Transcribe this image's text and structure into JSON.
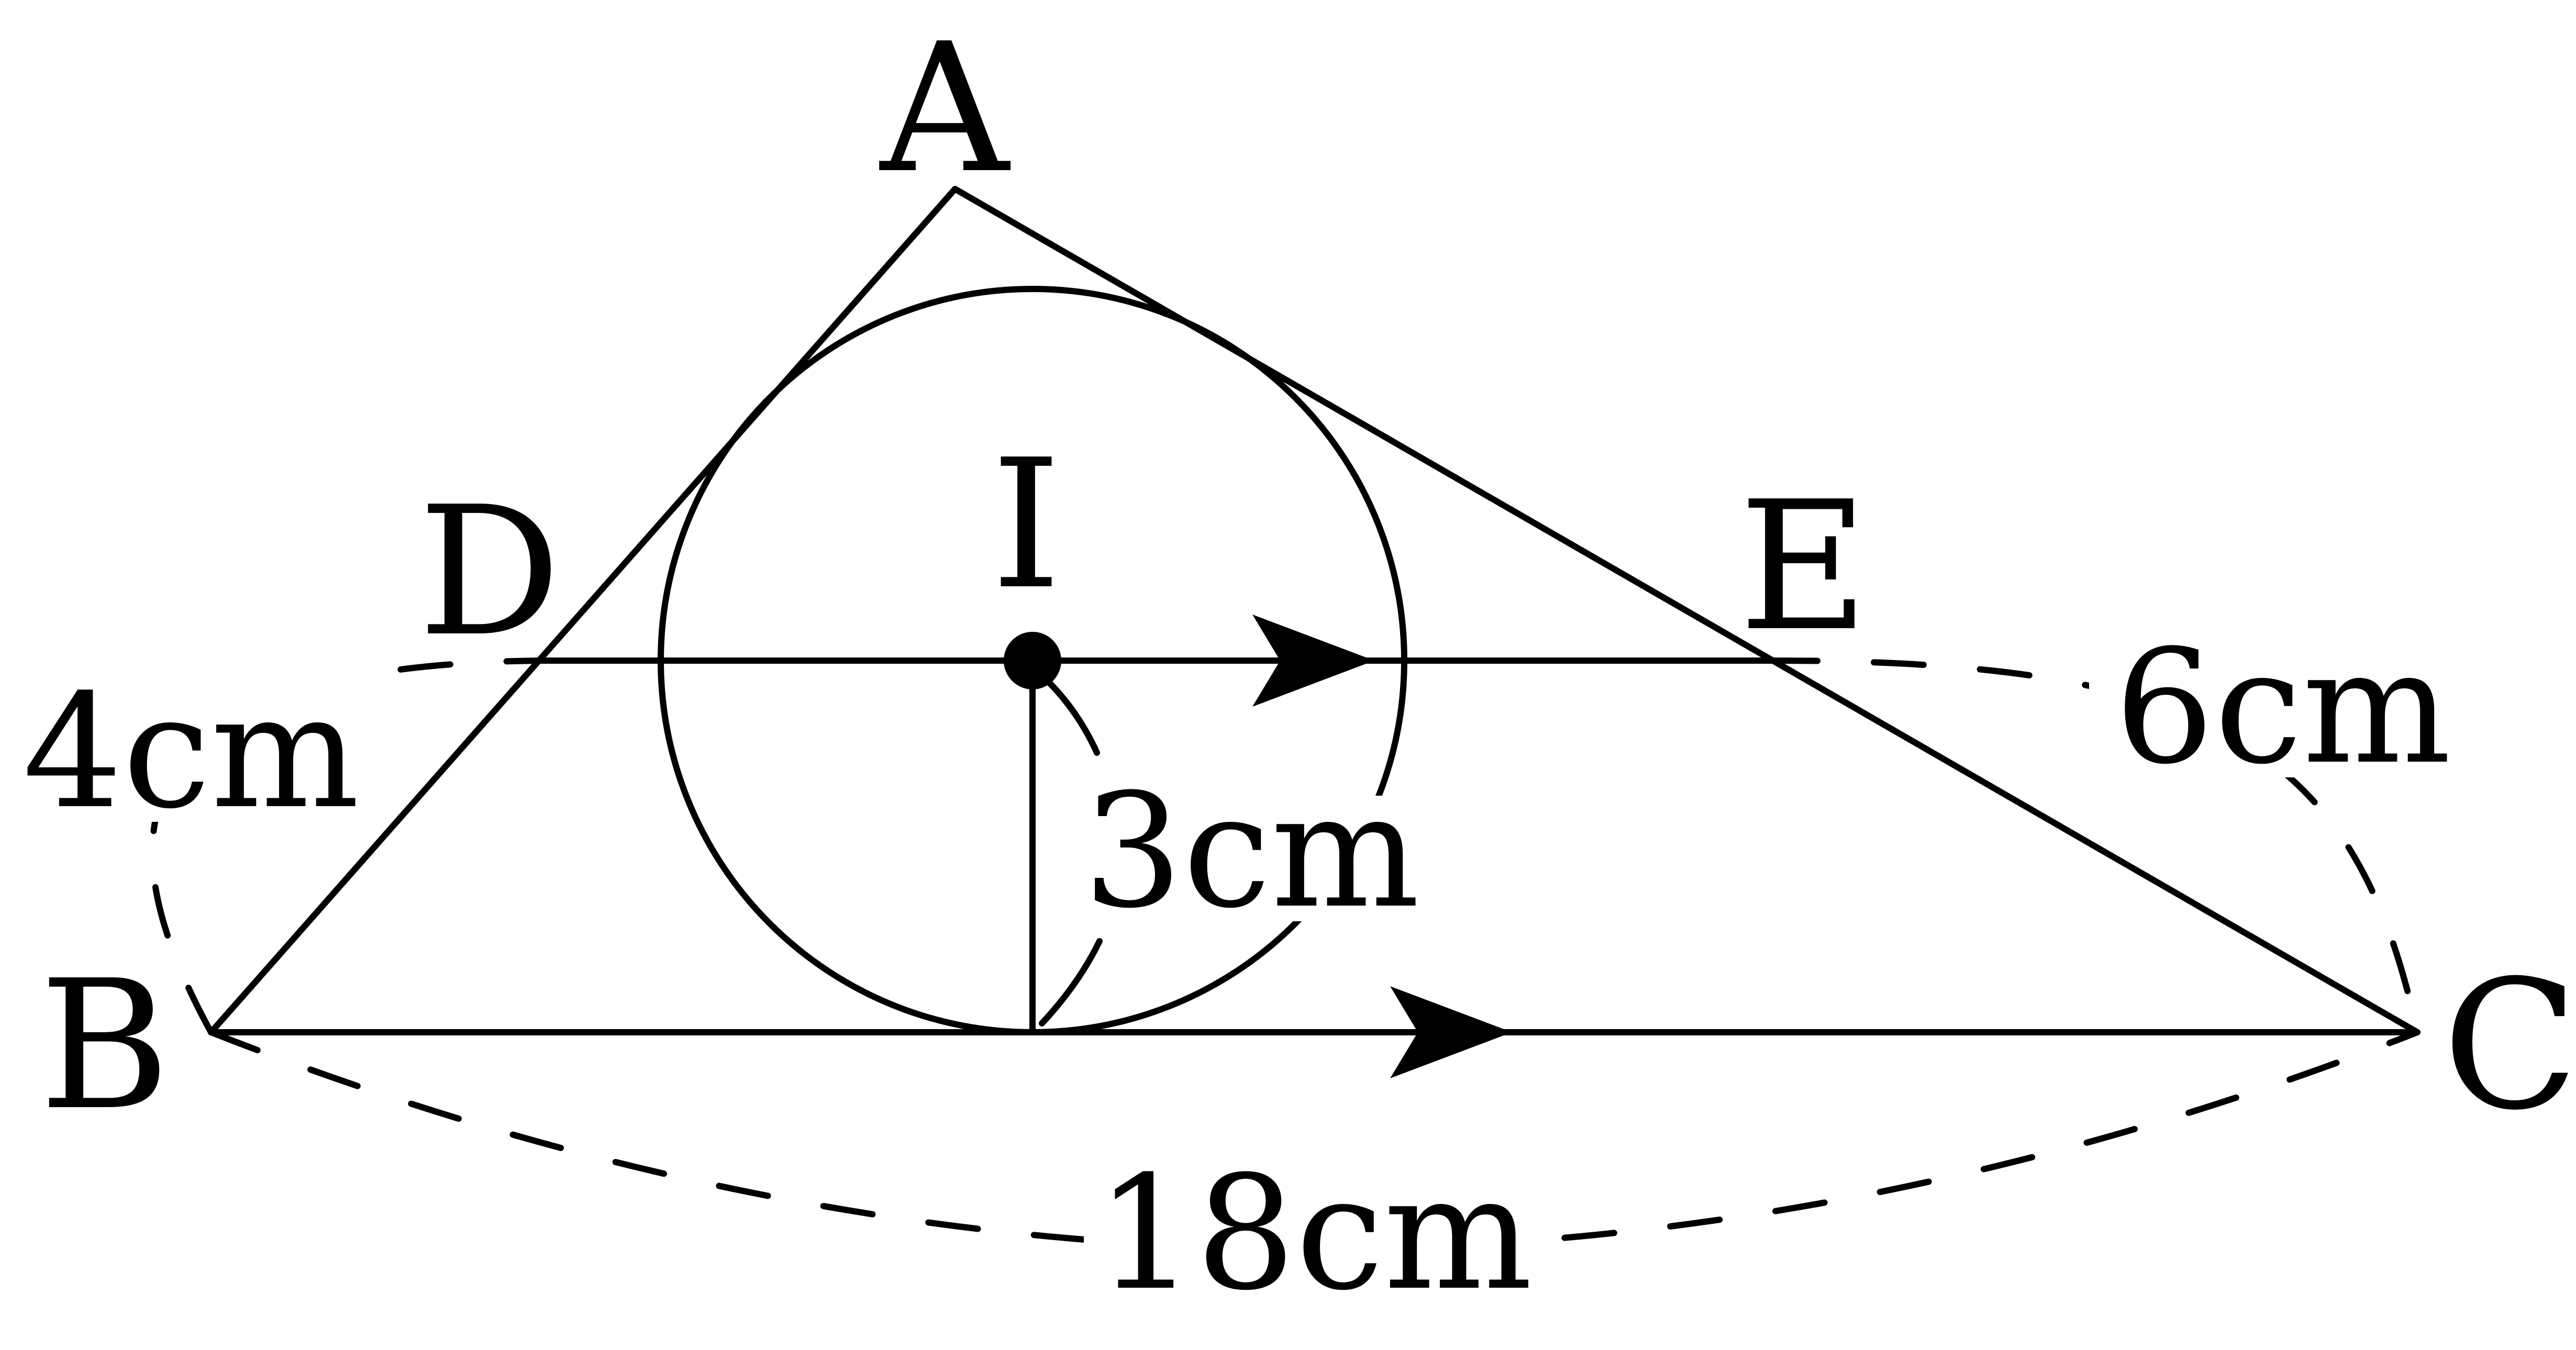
{
  "points": {
    "A": "A",
    "B": "B",
    "C": "C",
    "D": "D",
    "E": "E",
    "I": "I"
  },
  "measurements": {
    "BD": "4cm",
    "EC": "6cm",
    "BC": "18cm",
    "inradius": "3cm"
  },
  "colors": {
    "ink": "#000000",
    "background": "#ffffff"
  }
}
